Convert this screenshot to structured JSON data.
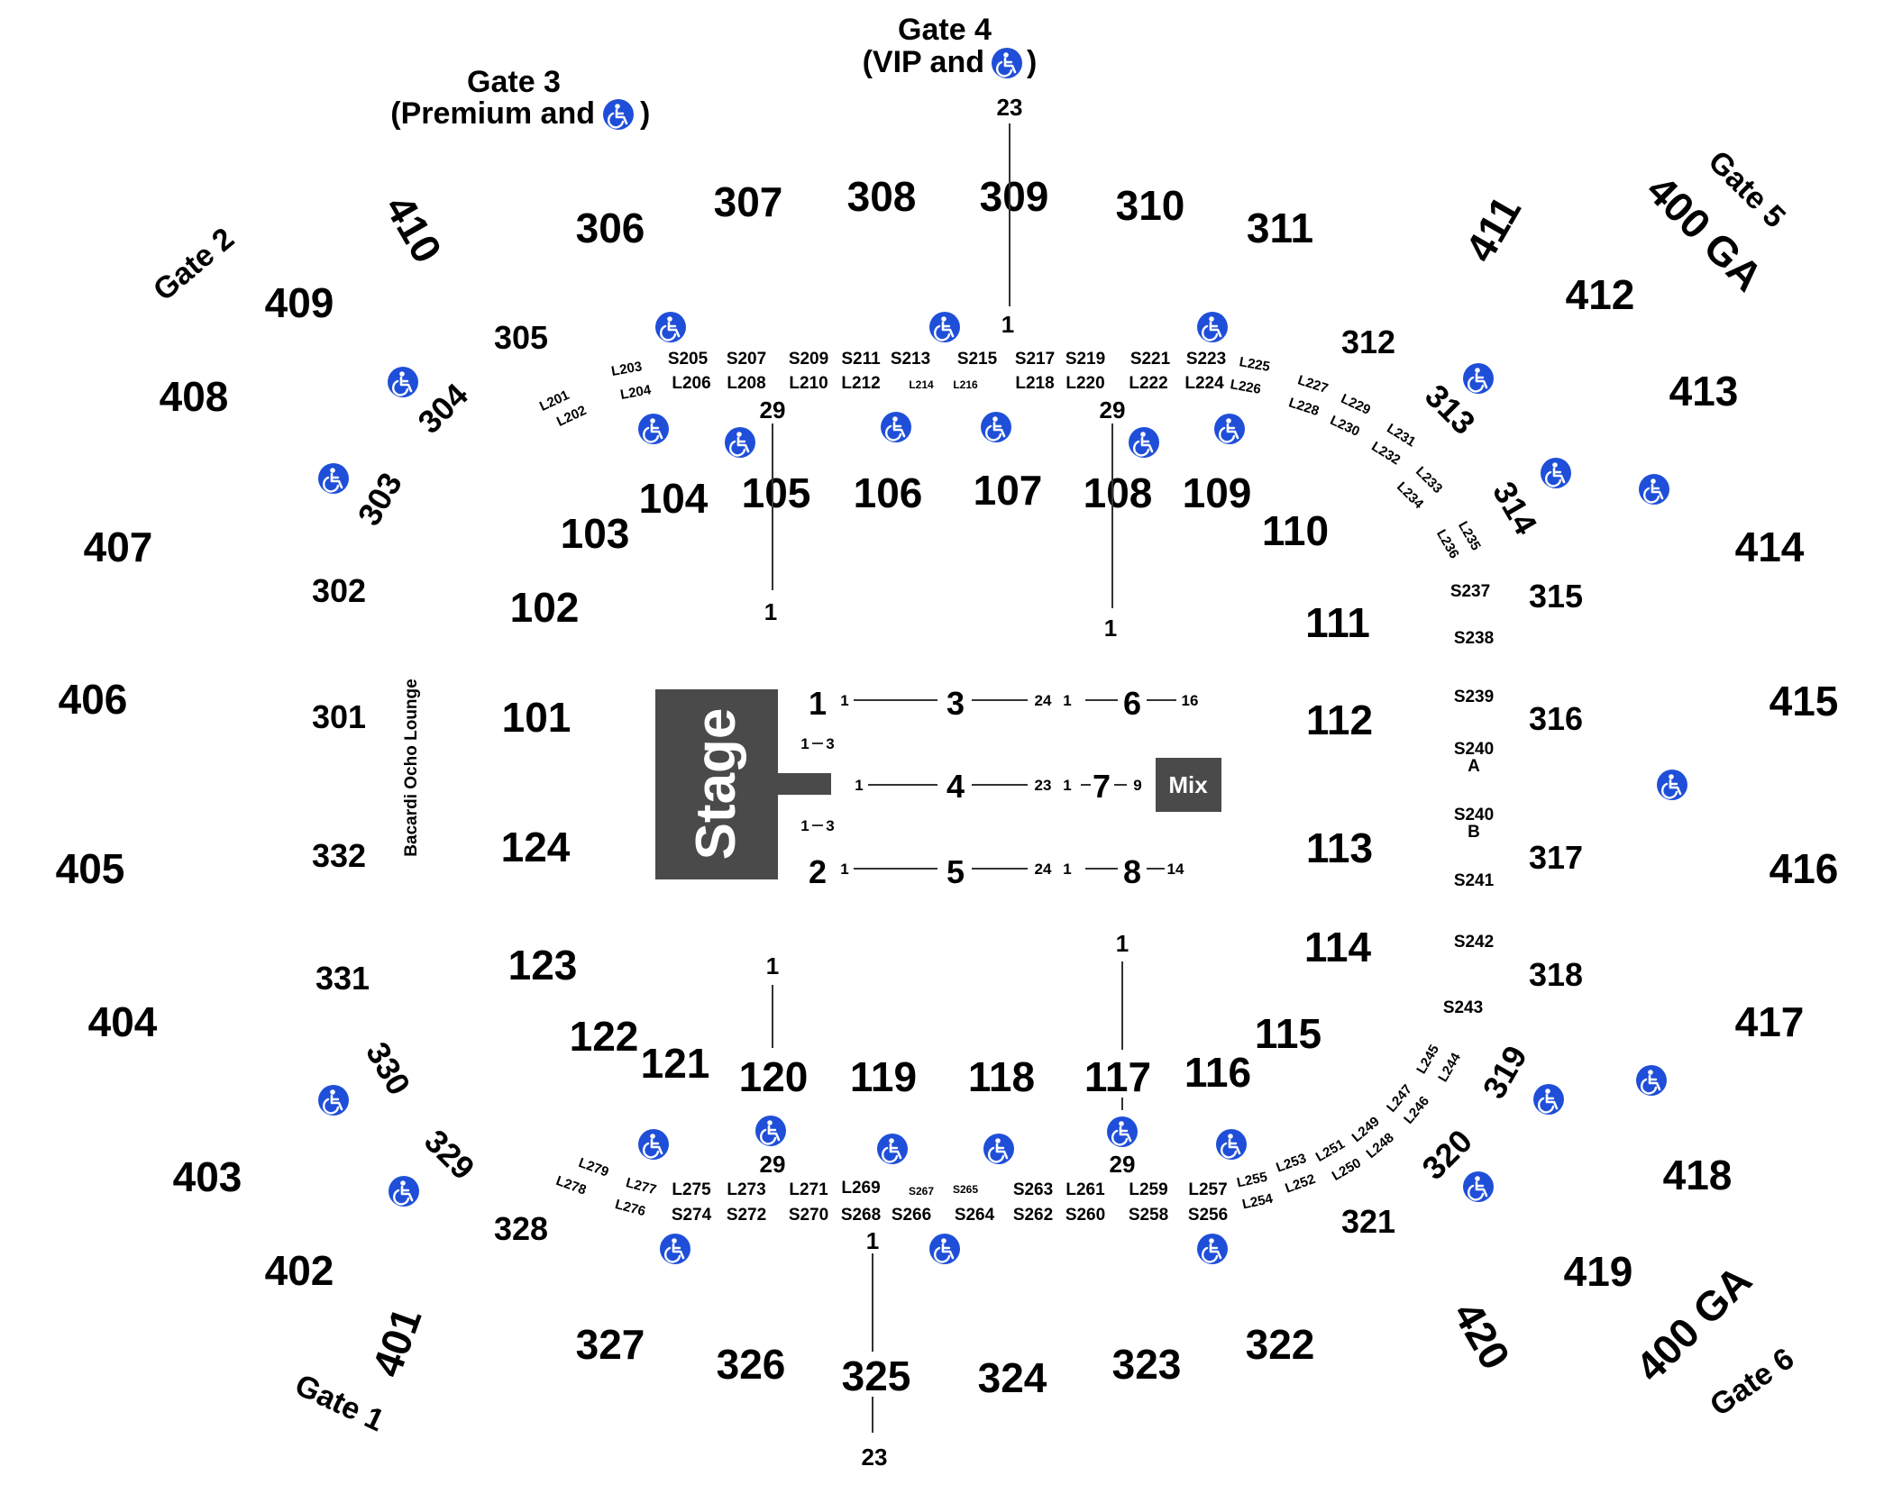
{
  "colors": {
    "accessible_icon": "#1f4fd8",
    "stage": "#4a4a4a",
    "mix": "#4a4a4a",
    "text": "#111111"
  },
  "icon_name": "wheelchair-accessible-icon",
  "stage": {
    "label": "Stage"
  },
  "mix": {
    "label": "Mix"
  },
  "lounge": {
    "label": "Bacardi Ocho Lounge"
  },
  "gates": [
    {
      "label": "Gate 1"
    },
    {
      "label": "Gate 2"
    },
    {
      "label": "Gate 3",
      "sub": "(Premium and",
      "close": ")"
    },
    {
      "label": "Gate 4",
      "sub": "(VIP and",
      "close": ")"
    },
    {
      "label": "Gate 5"
    },
    {
      "label": "Gate 6"
    }
  ],
  "sections_400": [
    "401",
    "402",
    "403",
    "404",
    "405",
    "406",
    "407",
    "408",
    "409",
    "410",
    "411",
    "412",
    "413",
    "414",
    "415",
    "416",
    "417",
    "418",
    "419",
    "420",
    "400 GA",
    "400 GA"
  ],
  "sections_300": [
    "301",
    "302",
    "303",
    "304",
    "305",
    "306",
    "307",
    "308",
    "309",
    "310",
    "311",
    "312",
    "313",
    "314",
    "315",
    "316",
    "317",
    "318",
    "319",
    "320",
    "321",
    "322",
    "323",
    "324",
    "325",
    "326",
    "327",
    "328",
    "329",
    "330",
    "331",
    "332"
  ],
  "sections_100": [
    "101",
    "102",
    "103",
    "104",
    "105",
    "106",
    "107",
    "108",
    "109",
    "110",
    "111",
    "112",
    "113",
    "114",
    "115",
    "116",
    "117",
    "118",
    "119",
    "120",
    "121",
    "122",
    "123",
    "124"
  ],
  "floor_sections": [
    "1",
    "2",
    "3",
    "4",
    "5",
    "6",
    "7",
    "8"
  ],
  "suites_top": [
    "S205",
    "S207",
    "S209",
    "S211",
    "S213",
    "S215",
    "S217",
    "S219",
    "S221",
    "S223"
  ],
  "loges_top": [
    "L206",
    "L208",
    "L210",
    "L212",
    "L214",
    "L216",
    "L218",
    "L220",
    "L222",
    "L224"
  ],
  "loges_top_left": [
    "L201",
    "L202",
    "L203",
    "L204"
  ],
  "loges_top_right": [
    "L225",
    "L226",
    "L227",
    "L228",
    "L229",
    "L230",
    "L231",
    "L232",
    "L233",
    "L234",
    "L235",
    "L236"
  ],
  "suites_right": [
    "S237",
    "S238",
    "S239",
    "S240",
    "A",
    "S240",
    "B",
    "S241",
    "S242",
    "S243"
  ],
  "loges_bottom_right": [
    "L244",
    "L245",
    "L246",
    "L247",
    "L248",
    "L249",
    "L250",
    "L251",
    "L252",
    "L253",
    "L254",
    "L255"
  ],
  "loges_bottom": [
    "L257",
    "L259",
    "L261",
    "S263",
    "S265",
    "S267",
    "L269",
    "L271",
    "L273",
    "L275"
  ],
  "suites_bottom": [
    "S256",
    "S258",
    "S260",
    "S262",
    "S264",
    "S266",
    "S268",
    "S270",
    "S272",
    "S274"
  ],
  "loges_bottom_left": [
    "L276",
    "L277",
    "L278",
    "L279"
  ],
  "row_numbers": [
    "23",
    "1",
    "29",
    "29",
    "1",
    "1",
    "1",
    "1",
    "29",
    "29",
    "1",
    "23",
    "1",
    "24",
    "1",
    "16",
    "1",
    "23",
    "1",
    "9",
    "1",
    "24",
    "1",
    "14",
    "1",
    "3",
    "1",
    "3"
  ]
}
